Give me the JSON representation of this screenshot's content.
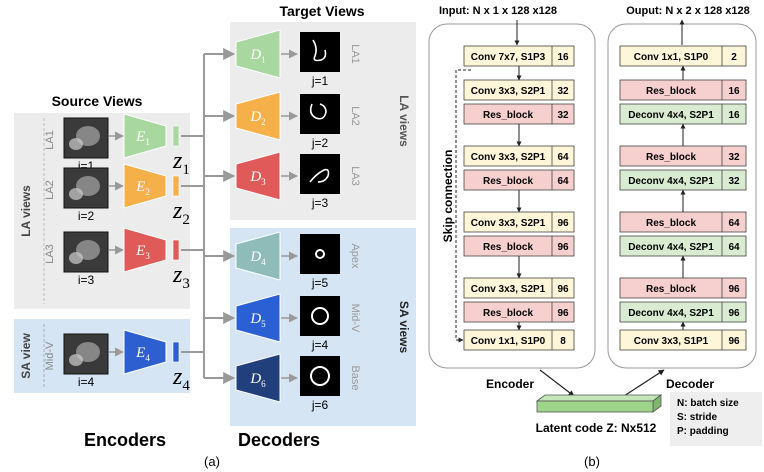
{
  "panel_a": {
    "target_views_title": "Target Views",
    "source_views_title": "Source Views",
    "la_views_left": "LA views",
    "sa_view_left": "SA view",
    "la_views_right": "LA views",
    "sa_views_right": "SA views",
    "encoders_title": "Encoders",
    "decoders_title": "Decoders",
    "caption": "(a)",
    "sources": [
      {
        "side_label": "LA1",
        "index": "i=1",
        "enc_label": "E",
        "enc_sub": "1",
        "z_label": "z",
        "z_sub": "1",
        "color": "#a8d8a0"
      },
      {
        "side_label": "LA2",
        "index": "i=2",
        "enc_label": "E",
        "enc_sub": "2",
        "z_label": "z",
        "z_sub": "2",
        "color": "#f5b04a"
      },
      {
        "side_label": "LA3",
        "index": "i=3",
        "enc_label": "E",
        "enc_sub": "3",
        "z_label": "z",
        "z_sub": "3",
        "color": "#e05a5a"
      },
      {
        "side_label": "Mid-V",
        "index": "i=4",
        "enc_label": "E",
        "enc_sub": "4",
        "z_label": "z",
        "z_sub": "4",
        "color": "#2d5fd0"
      }
    ],
    "targets": [
      {
        "dec_label": "D",
        "dec_sub": "1",
        "view_label": "LA1",
        "index": "j=1",
        "color": "#a8d8a0"
      },
      {
        "dec_label": "D",
        "dec_sub": "2",
        "view_label": "LA2",
        "index": "j=2",
        "color": "#f5b04a"
      },
      {
        "dec_label": "D",
        "dec_sub": "3",
        "view_label": "LA3",
        "index": "j=3",
        "color": "#e05a5a"
      },
      {
        "dec_label": "D",
        "dec_sub": "4",
        "view_label": "Apex",
        "index": "j=5",
        "color": "#8fbcb8"
      },
      {
        "dec_label": "D",
        "dec_sub": "5",
        "view_label": "Mid-V",
        "index": "j=4",
        "color": "#2b5fd4"
      },
      {
        "dec_label": "D",
        "dec_sub": "6",
        "view_label": "Base",
        "index": "j=6",
        "color": "#213f7a"
      }
    ]
  },
  "panel_b": {
    "input_label": "Input: N x 1 x 128 x128",
    "output_label": "Ouput: N x 2 x 128 x128",
    "skip_label": "Skip connection",
    "encoder_label": "Encoder",
    "decoder_label": "Decoder",
    "latent_label": "Latent code Z: Nx512",
    "legend": [
      "N: batch size",
      "S: stride",
      "P: padding"
    ],
    "caption": "(b)",
    "encoder_blocks": [
      {
        "text": "Conv 7x7, S1P3",
        "num": "16",
        "kind": "conv"
      },
      {
        "text": "Conv 3x3, S2P1",
        "num": "32",
        "kind": "conv"
      },
      {
        "text": "Res_block",
        "num": "32",
        "kind": "res"
      },
      {
        "text": "Conv 3x3, S2P1",
        "num": "64",
        "kind": "conv"
      },
      {
        "text": "Res_block",
        "num": "64",
        "kind": "res"
      },
      {
        "text": "Conv 3x3, S2P1",
        "num": "96",
        "kind": "conv"
      },
      {
        "text": "Res_block",
        "num": "96",
        "kind": "res"
      },
      {
        "text": "Conv 3x3, S2P1",
        "num": "96",
        "kind": "conv"
      },
      {
        "text": "Res_block",
        "num": "96",
        "kind": "res"
      },
      {
        "text": "Conv 1x1, S1P0",
        "num": "8",
        "kind": "conv"
      }
    ],
    "decoder_blocks": [
      {
        "text": "Conv 1x1, S1P0",
        "num": "2",
        "kind": "conv"
      },
      {
        "text": "Res_block",
        "num": "16",
        "kind": "res"
      },
      {
        "text": "Deconv 4x4, S2P1",
        "num": "16",
        "kind": "deconv"
      },
      {
        "text": "Res_block",
        "num": "32",
        "kind": "res"
      },
      {
        "text": "Deconv 4x4, S2P1",
        "num": "32",
        "kind": "deconv"
      },
      {
        "text": "Res_block",
        "num": "64",
        "kind": "res"
      },
      {
        "text": "Deconv 4x4, S2P1",
        "num": "64",
        "kind": "deconv"
      },
      {
        "text": "Res_block",
        "num": "96",
        "kind": "res"
      },
      {
        "text": "Deconv 4x4, S2P1",
        "num": "96",
        "kind": "deconv"
      },
      {
        "text": "Conv 3x3, S1P1",
        "num": "96",
        "kind": "conv"
      }
    ],
    "colors": {
      "conv": "#fdf6d8",
      "res": "#f6cfcf",
      "deconv": "#d9ecd2",
      "latent": "#9ed48a"
    }
  }
}
